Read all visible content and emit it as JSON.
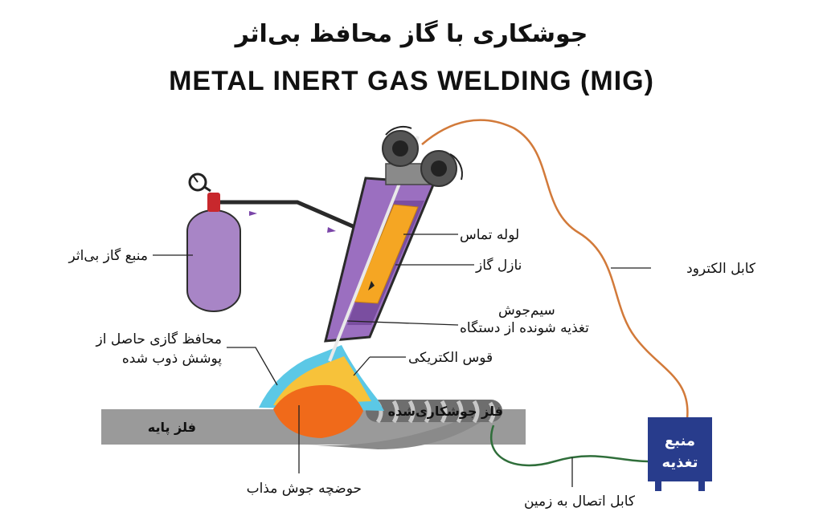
{
  "title_fa": "جوشکاری با گاز محافظ بی‌اثر",
  "title_en": "METAL INERT GAS WELDING (MIG)",
  "labels": {
    "contact_tube": "لوله تماس",
    "gas_nozzle": "نازل گاز",
    "wire_line1": "سیم‌جوش",
    "wire_line2": "تغذیه شونده از دستگاه",
    "arc": "قوس الکتریکی",
    "shield_line1": "محافظ گازی حاصل از",
    "shield_line2": "پوشش ذوب شده",
    "gas_source": "منبع گاز بی‌اثر",
    "electrode_cable": "کابل الکترود",
    "welded_metal": "فلز جوشکاری‌شده",
    "base_metal": "فلز پایه",
    "weld_pool": "حوضچه جوش مذاب",
    "ground_cable": "کابل اتصال به زمین",
    "power_line1": "منبع",
    "power_line2": "تغذیه"
  },
  "colors": {
    "torch": "#9b6fc0",
    "torch_dark": "#4a2d63",
    "contact_tube": "#f5a623",
    "shield_gas": "#5bc8e6",
    "arc": "#f7c23a",
    "pool": "#f06a1a",
    "base_metal": "#9a9a9a",
    "power": "#283c8c",
    "electrode_cable": "#d27a3a",
    "ground_cable": "#2f6e3a",
    "gas_cylinder": "#a885c6",
    "cylinder_cap": "#c8282d"
  }
}
